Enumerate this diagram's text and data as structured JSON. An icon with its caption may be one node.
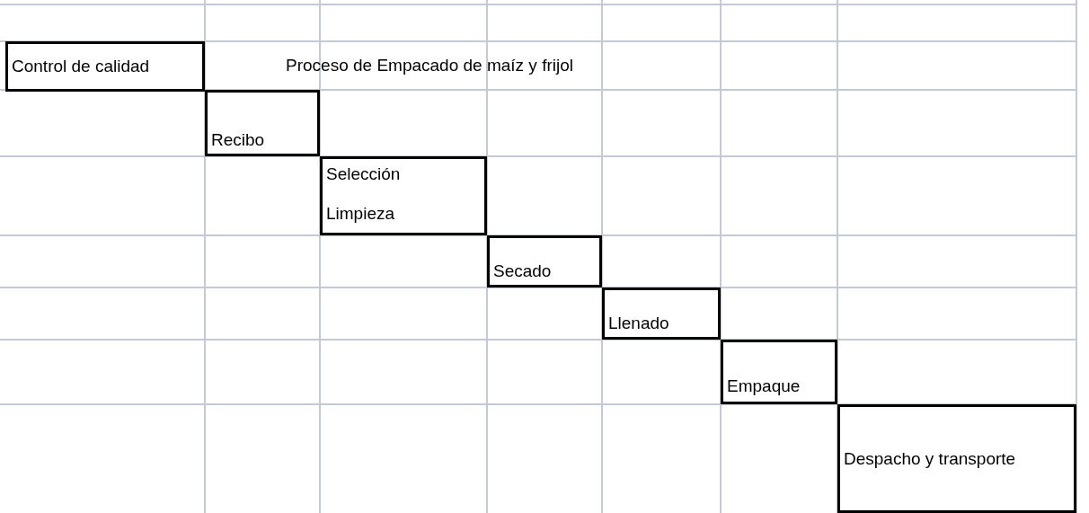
{
  "diagram": {
    "title": "Proceso de Empacado de maíz y frijol",
    "nodes": [
      {
        "text": [
          "Control de calidad"
        ]
      },
      {
        "text": [
          "Recibo"
        ]
      },
      {
        "text": [
          "Selección",
          "Limpieza"
        ]
      },
      {
        "text": [
          "Secado"
        ]
      },
      {
        "text": [
          "Llenado"
        ]
      },
      {
        "text": [
          "Empaque"
        ]
      },
      {
        "text": [
          "Despacho y transporte"
        ]
      }
    ]
  }
}
